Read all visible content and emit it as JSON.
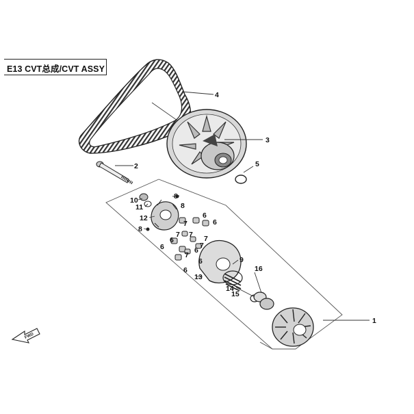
{
  "title": "E13 CVT总成/CVT ASSY",
  "fwd_label": "FWD",
  "callouts": [
    {
      "id": "c1",
      "label": "1"
    },
    {
      "id": "c2",
      "label": "2"
    },
    {
      "id": "c3",
      "label": "3"
    },
    {
      "id": "c4",
      "label": "4"
    },
    {
      "id": "c5",
      "label": "5"
    },
    {
      "id": "c6a",
      "label": "6"
    },
    {
      "id": "c6b",
      "label": "6"
    },
    {
      "id": "c6c",
      "label": "6"
    },
    {
      "id": "c6d",
      "label": "6"
    },
    {
      "id": "c6e",
      "label": "6"
    },
    {
      "id": "c6f",
      "label": "6"
    },
    {
      "id": "c6g",
      "label": "6"
    },
    {
      "id": "c7a",
      "label": "7"
    },
    {
      "id": "c7b",
      "label": "7"
    },
    {
      "id": "c7c",
      "label": "7"
    },
    {
      "id": "c7d",
      "label": "7"
    },
    {
      "id": "c7e",
      "label": "7"
    },
    {
      "id": "c7f",
      "label": "7"
    },
    {
      "id": "c8a",
      "label": "8"
    },
    {
      "id": "c8b",
      "label": "8"
    },
    {
      "id": "c8c",
      "label": "8"
    },
    {
      "id": "c9",
      "label": "9"
    },
    {
      "id": "c10",
      "label": "10"
    },
    {
      "id": "c11",
      "label": "11"
    },
    {
      "id": "c12",
      "label": "12"
    },
    {
      "id": "c13",
      "label": "13"
    },
    {
      "id": "c14",
      "label": "14"
    },
    {
      "id": "c15",
      "label": "15"
    },
    {
      "id": "c16",
      "label": "16"
    }
  ]
}
